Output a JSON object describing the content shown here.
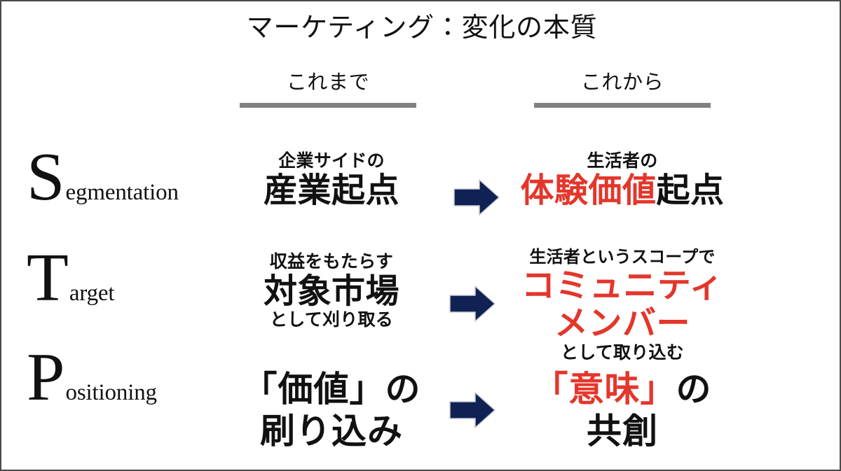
{
  "slide": {
    "title": "マーケティング：変化の本質",
    "border_color": "#4a4a4a",
    "background": "#ffffff"
  },
  "columns": {
    "before": {
      "label": "これまで",
      "rule_color": "#808080"
    },
    "after": {
      "label": "これから",
      "rule_color": "#808080"
    }
  },
  "accent": {
    "red": "#e4362b",
    "navy": "#102254",
    "gray": "#808080"
  },
  "stp": [
    {
      "cap": "S",
      "rest": "egmentation"
    },
    {
      "cap": "T",
      "rest": "arget"
    },
    {
      "cap": "P",
      "rest": "ositioning"
    }
  ],
  "rows": [
    {
      "key": "segmentation",
      "arrow_icon": "right-arrow-icon",
      "before": {
        "pre": "企業サイドの",
        "main": "産業起点",
        "post": ""
      },
      "after": {
        "pre": "生活者の",
        "main_red": "体験価値",
        "main_black": "起点",
        "post": ""
      }
    },
    {
      "key": "target",
      "arrow_icon": "right-arrow-icon",
      "before": {
        "pre": "収益をもたらす",
        "main": "対象市場",
        "post": "として刈り取る"
      },
      "after": {
        "pre": "生活者というスコープで",
        "main_red": "コミュニティ",
        "main_red2": "メンバー",
        "post": "として取り込む"
      }
    },
    {
      "key": "positioning",
      "arrow_icon": "right-arrow-icon",
      "before": {
        "line1": "「価値」の",
        "line2": "刷り込み"
      },
      "after": {
        "line1_red": "「意味」",
        "line1_black": "の",
        "line2": "共創"
      }
    }
  ]
}
